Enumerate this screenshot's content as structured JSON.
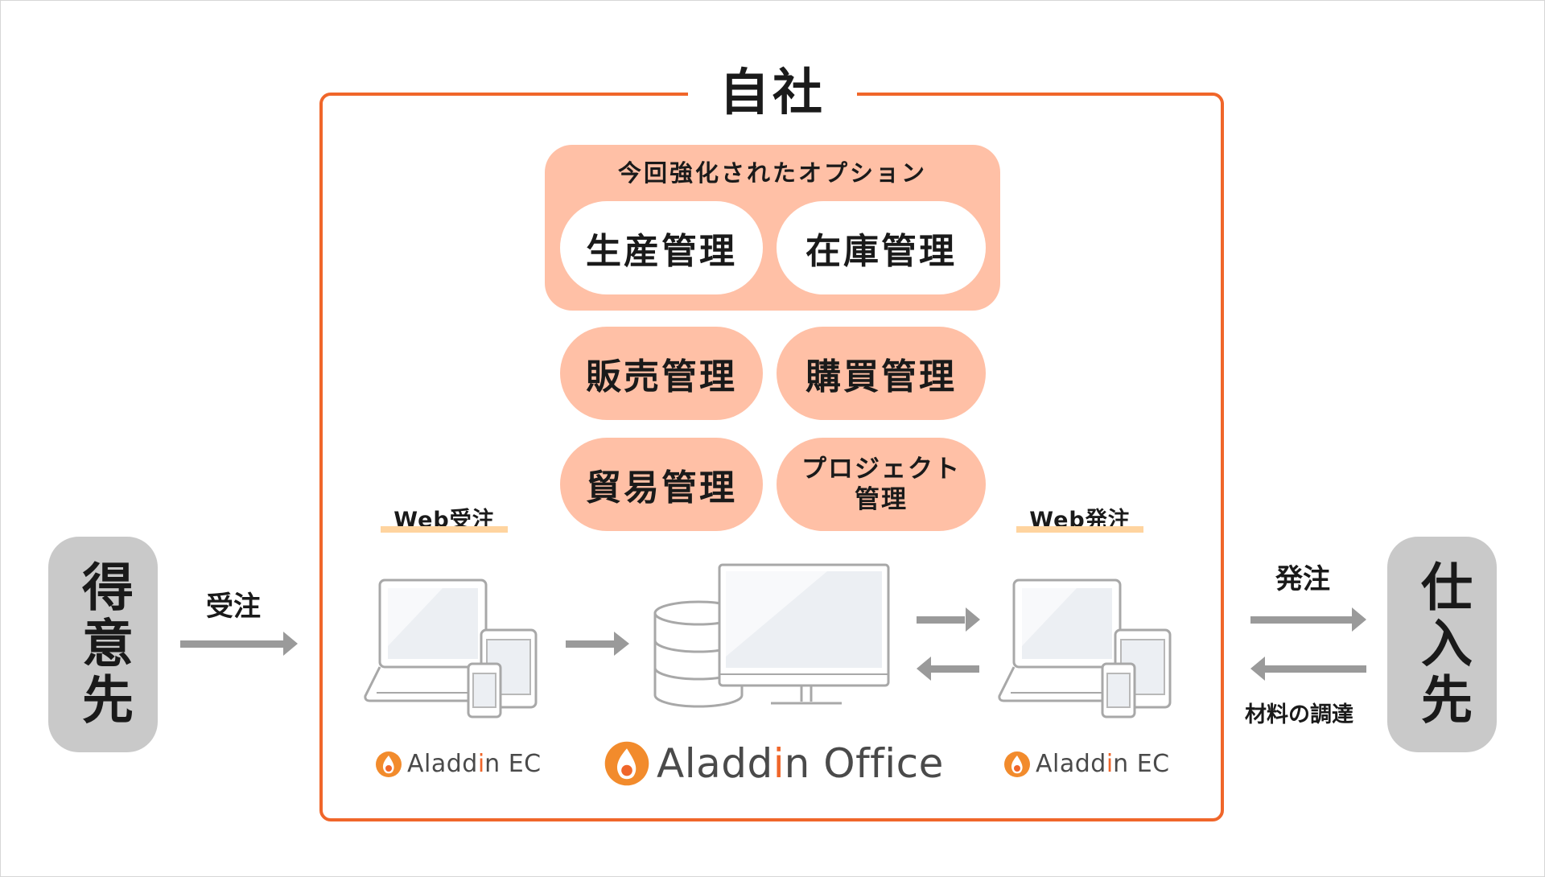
{
  "company": {
    "title": "自社"
  },
  "options": {
    "title": "今回強化されたオプション",
    "enhanced": [
      "生産管理",
      "在庫管理"
    ],
    "modules": [
      "販売管理",
      "購買管理",
      "貿易管理"
    ],
    "project_line1": "プロジェクト",
    "project_line2": "管理"
  },
  "parties": {
    "customer": "得意先",
    "supplier": "仕入先"
  },
  "flows": {
    "order_received": "受注",
    "order_placed": "発注",
    "procurement": "材料の調達",
    "web_order_received": "Web受注",
    "web_order_placed": "Web発注"
  },
  "brands": {
    "ec_a": "Aladd",
    "ec_i": "i",
    "ec_b": "n EC",
    "office_a": "Aladd",
    "office_i": "i",
    "office_b": "n Office"
  },
  "colors": {
    "accent": "#f0662a",
    "option_fill": "#ffc0a6",
    "party_fill": "#c9c9c9",
    "arrow": "#9a9a9a",
    "web_underline": "#ffd49f"
  },
  "icons": [
    "arrow-right-icon",
    "arrow-left-icon",
    "laptop-icon",
    "tablet-icon",
    "smartphone-icon",
    "database-icon",
    "monitor-icon",
    "aladdin-logo-icon"
  ]
}
